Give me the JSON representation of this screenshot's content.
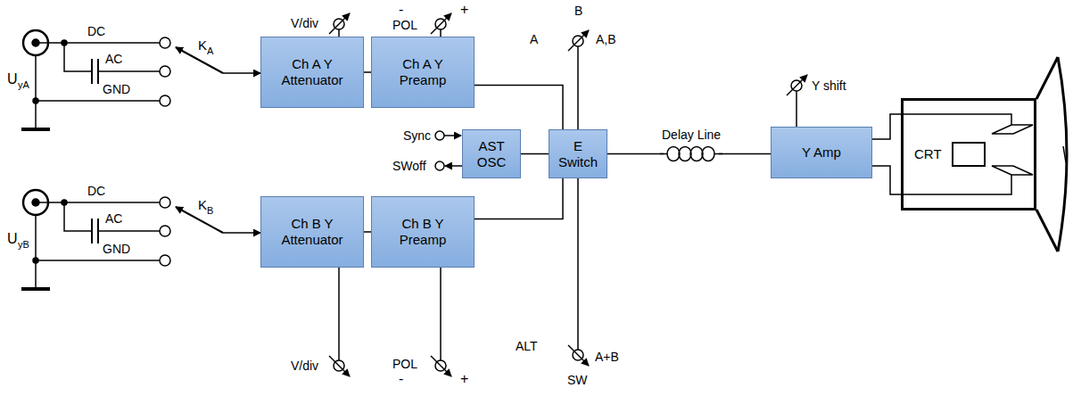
{
  "diagram": {
    "nodes": [
      {
        "text": [
          "Ch A Y Attenuator"
        ]
      },
      {
        "text": [
          "Ch A Y Preamp"
        ]
      },
      {
        "text": [
          "AST OSC"
        ]
      },
      {
        "text": [
          "E Switch"
        ]
      },
      {
        "text": [
          "Ch B Y Attenuator"
        ]
      },
      {
        "text": [
          "Ch B Y Preamp"
        ]
      },
      {
        "text": [
          "Y Amp"
        ]
      },
      {
        "text": [
          "CRT"
        ]
      }
    ],
    "edges": [
      {
        "from": 0,
        "to": 1,
        "arrow": "none"
      },
      {
        "from": 1,
        "to": 3,
        "arrow": "none"
      },
      {
        "from": 2,
        "to": 3,
        "arrow": "none"
      },
      {
        "from": 4,
        "to": 5,
        "arrow": "none"
      },
      {
        "from": 5,
        "to": 3,
        "arrow": "none"
      },
      {
        "from": 3,
        "to": 6,
        "arrow": "none"
      },
      {
        "from": 6,
        "to": 7,
        "arrow": "none"
      },
      {
        "from": 6,
        "to": 7,
        "arrow": "none"
      }
    ],
    "labels": [
      "U",
      "yA",
      "DC",
      "AC",
      "GND",
      "K",
      "A",
      "V/div",
      "-",
      "POL",
      "+",
      "A",
      "B",
      "A,B",
      "Sync",
      "SWoff",
      "Delay Line",
      "Y shift",
      "U",
      "yB",
      "DC",
      "AC",
      "GND",
      "K",
      "B",
      "V/div",
      "-",
      "POL",
      "+",
      "ALT",
      "A+B",
      "SW"
    ]
  }
}
